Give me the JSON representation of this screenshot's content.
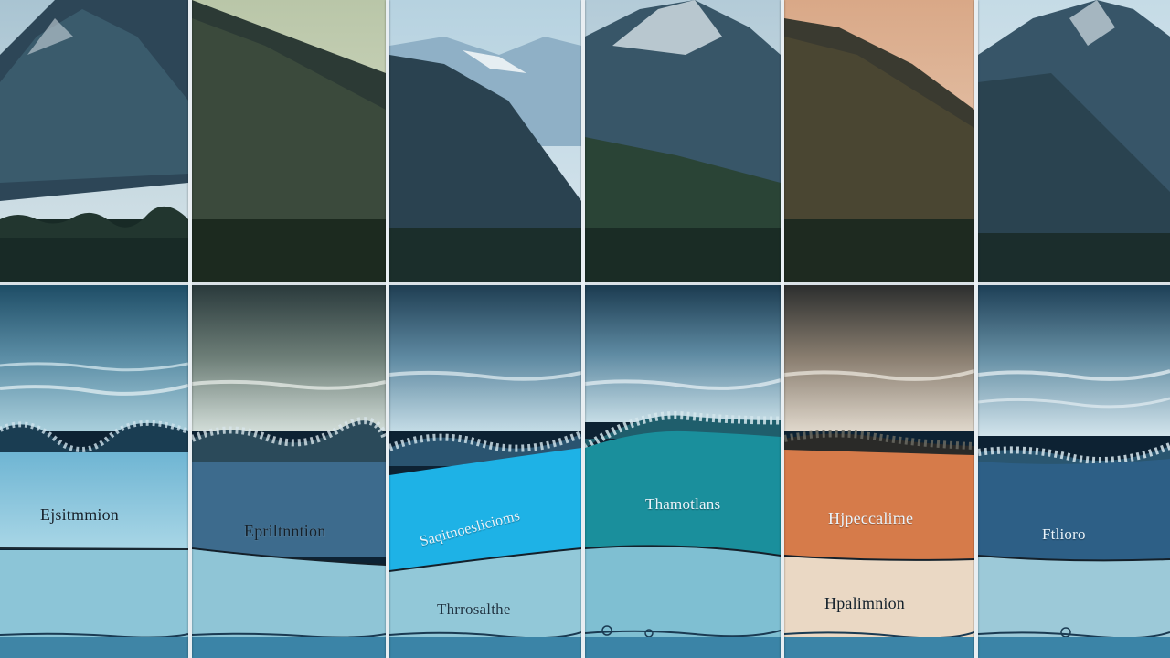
{
  "panels": [
    {
      "id": "p1",
      "label": "Ejsitmmion",
      "label_dark": true
    },
    {
      "id": "p2",
      "label": "Epriltnntion",
      "label_dark": true
    },
    {
      "id": "p3",
      "label": "Saqitnoeslicioms",
      "label_dark": false,
      "label2": "Thrrosalthe"
    },
    {
      "id": "p4",
      "label": "Thamotlans",
      "label_dark": false
    },
    {
      "id": "p5",
      "label": "Hjpeccalime",
      "label_dark": false,
      "label2": "Hpalimnion"
    },
    {
      "id": "p6",
      "label": "Ftlioro",
      "label_dark": false
    }
  ],
  "colors": {
    "sky": "#c9dde6",
    "mountain_dark": "#2a3d4a",
    "forest": "#1a2b26",
    "water_surface": "#2c5a72",
    "layer_p1": "#8fc7dd",
    "layer_p2": "#3f6f92",
    "layer_p3": "#20b3e6",
    "layer_p4": "#1a8f9c",
    "layer_p5": "#d67b4a",
    "layer_p6": "#2d5f86",
    "bottom_water": "#86c3d6"
  }
}
